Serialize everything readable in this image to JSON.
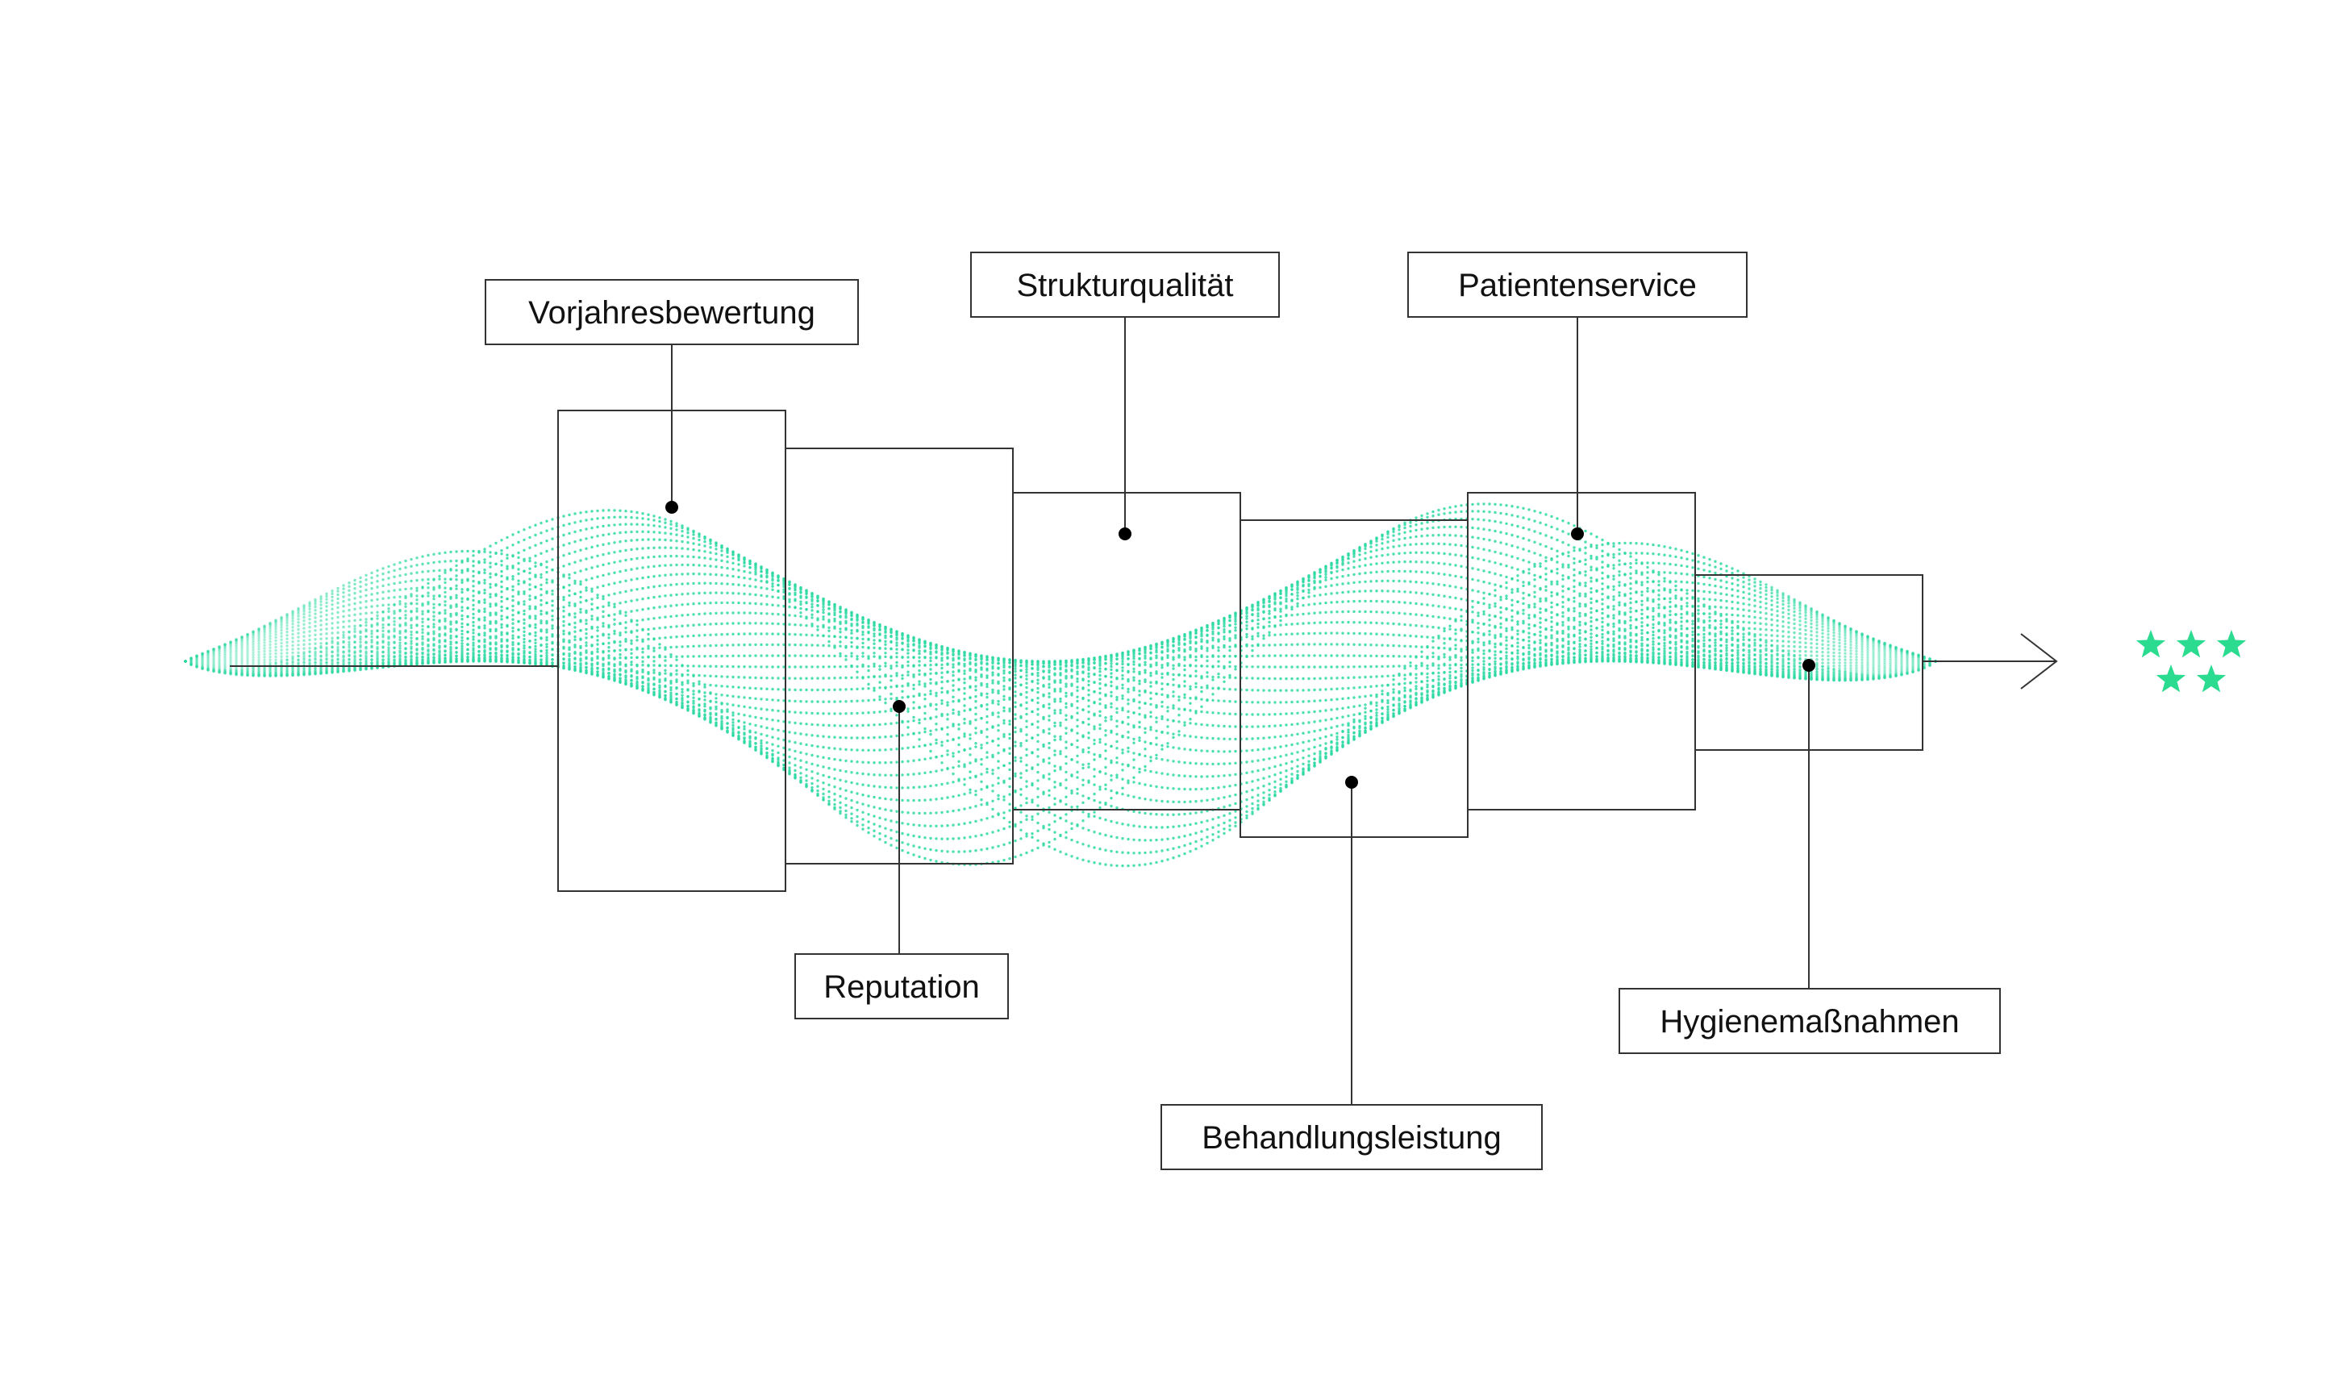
{
  "colors": {
    "wave": "#2ed9a3",
    "stars": "#2bdb8f",
    "lines": "#333333",
    "dots": "#000000",
    "text": "#111111"
  },
  "stages": [
    {
      "id": "vorjahresbewertung",
      "label": "Vorjahresbewertung"
    },
    {
      "id": "reputation",
      "label": "Reputation"
    },
    {
      "id": "strukturqualitaet",
      "label": "Strukturqualität"
    },
    {
      "id": "behandlungsleistung",
      "label": "Behandlungsleistung"
    },
    {
      "id": "patientenservice",
      "label": "Patientenservice"
    },
    {
      "id": "hygienemassnahmen",
      "label": "Hygienemaßnahmen"
    }
  ],
  "rating": {
    "icon": "star-icon",
    "count": 5
  }
}
